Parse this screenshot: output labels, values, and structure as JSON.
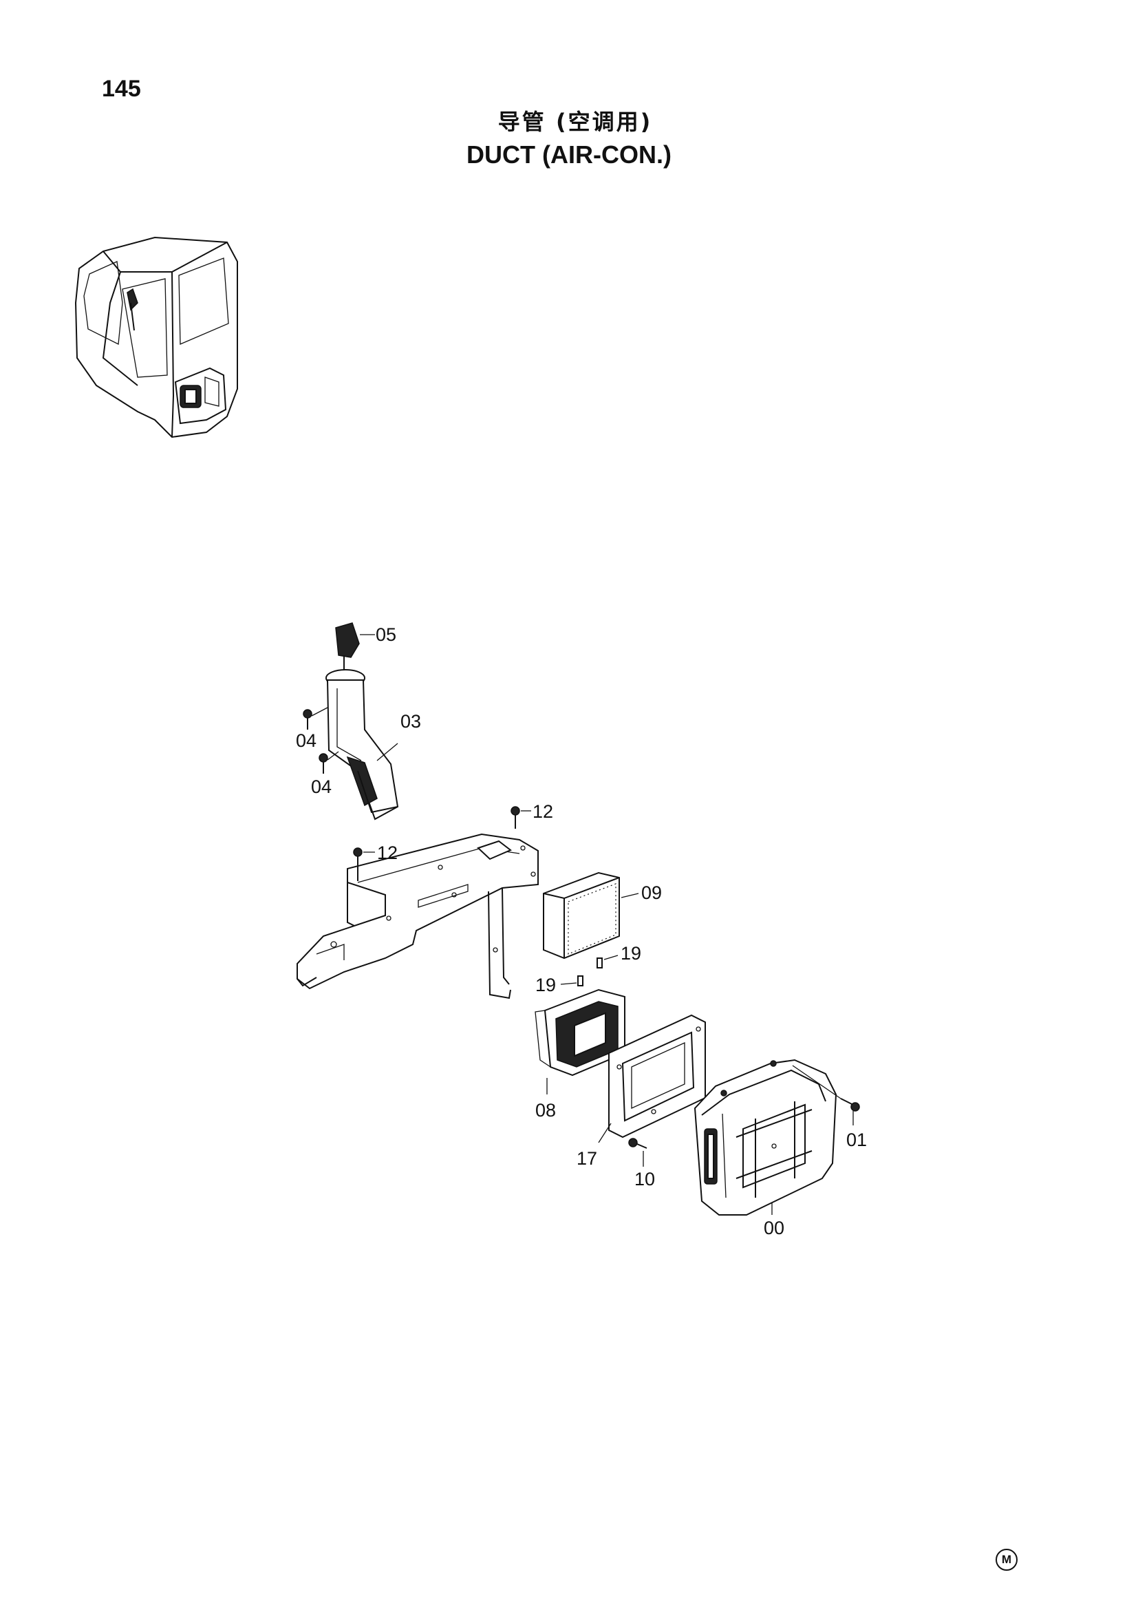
{
  "page": {
    "number": "145",
    "title_cn": "导管 (空调用)",
    "title_en": "DUCT (AIR-CON.)",
    "maker_mark": "M"
  },
  "callouts": [
    {
      "id": "05",
      "label": "05"
    },
    {
      "id": "03",
      "label": "03"
    },
    {
      "id": "04a",
      "label": "04"
    },
    {
      "id": "04b",
      "label": "04"
    },
    {
      "id": "12a",
      "label": "12"
    },
    {
      "id": "12b",
      "label": "12"
    },
    {
      "id": "09",
      "label": "09"
    },
    {
      "id": "19a",
      "label": "19"
    },
    {
      "id": "19b",
      "label": "19"
    },
    {
      "id": "08",
      "label": "08"
    },
    {
      "id": "17",
      "label": "17"
    },
    {
      "id": "10",
      "label": "10"
    },
    {
      "id": "01",
      "label": "01"
    },
    {
      "id": "00",
      "label": "00"
    }
  ]
}
